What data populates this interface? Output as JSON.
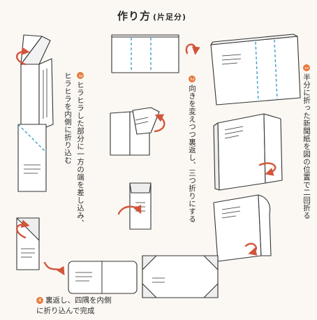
{
  "title": {
    "main": "作り方",
    "sub": "(片足分)"
  },
  "steps": [
    {
      "num": "1",
      "text": "半分に折った新聞紙を図の位置で二回折る"
    },
    {
      "num": "2",
      "text": "向きを変えつつ裏返し、三つ折りにする"
    },
    {
      "num": "3",
      "col1": "ヒラヒラした部分に一方の端を差し込み、",
      "col2": "ヒラヒラを内側に折り込む"
    },
    {
      "num": "4",
      "line1": "裏返し、四隅を内側",
      "line2": "に折り込んで完成"
    }
  ],
  "colors": {
    "arrow": "#d2543a",
    "guide": "#3f9fd0",
    "step_badge": "#e57c3e",
    "paper": "#ffffff",
    "ink": "#333333"
  }
}
